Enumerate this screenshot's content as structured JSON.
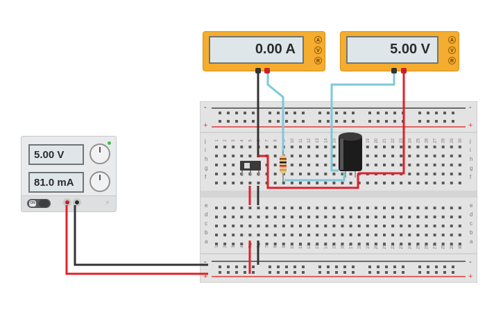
{
  "ammeter": {
    "reading": "0.00 A",
    "modes": [
      "A",
      "V",
      "R"
    ]
  },
  "voltmeter": {
    "reading": "5.00 V",
    "modes": [
      "A",
      "V",
      "R"
    ]
  },
  "power_supply": {
    "voltage": "5.00 V",
    "current": "81.0 mA",
    "power_label": "ON"
  },
  "breadboard": {
    "row_letters_top": [
      "j",
      "i",
      "h",
      "g",
      "f"
    ],
    "row_letters_bottom": [
      "e",
      "d",
      "c",
      "b",
      "a"
    ],
    "rail_plus": "+",
    "rail_minus": "-",
    "columns": 30
  },
  "colors": {
    "meter_body": "#f4ad2f",
    "wire_red": "#e0202a",
    "wire_black": "#333333",
    "wire_cyan": "#7ec8d8",
    "rail_red": "#e03a3a",
    "rail_black": "#444444"
  }
}
